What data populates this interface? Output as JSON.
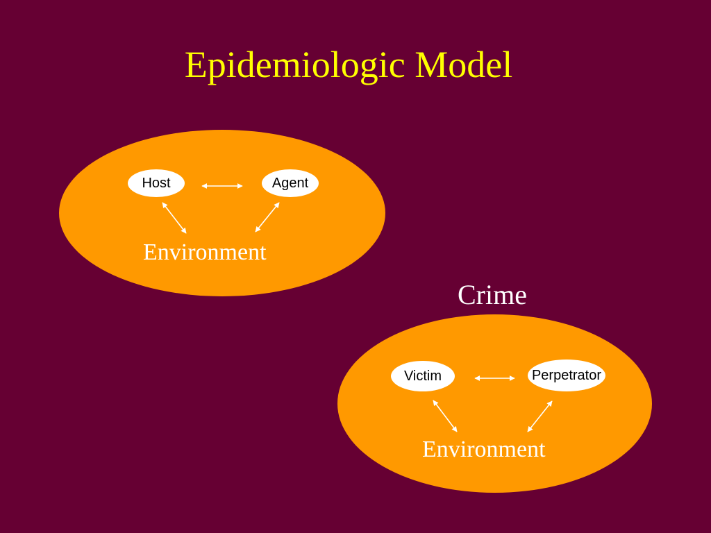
{
  "slide": {
    "title": "Epidemiologic Model",
    "colors": {
      "background": "#660033",
      "title": "#FFFF00",
      "blob": "#FF9900",
      "node": "#FFFFFF",
      "text_light": "#FFFFFF"
    }
  },
  "model_top": {
    "node_left": "Host",
    "node_right": "Agent",
    "base": "Environment"
  },
  "model_bottom": {
    "heading": "Crime",
    "node_left": "Victim",
    "node_right": "Perpetrator",
    "base": "Environment"
  }
}
